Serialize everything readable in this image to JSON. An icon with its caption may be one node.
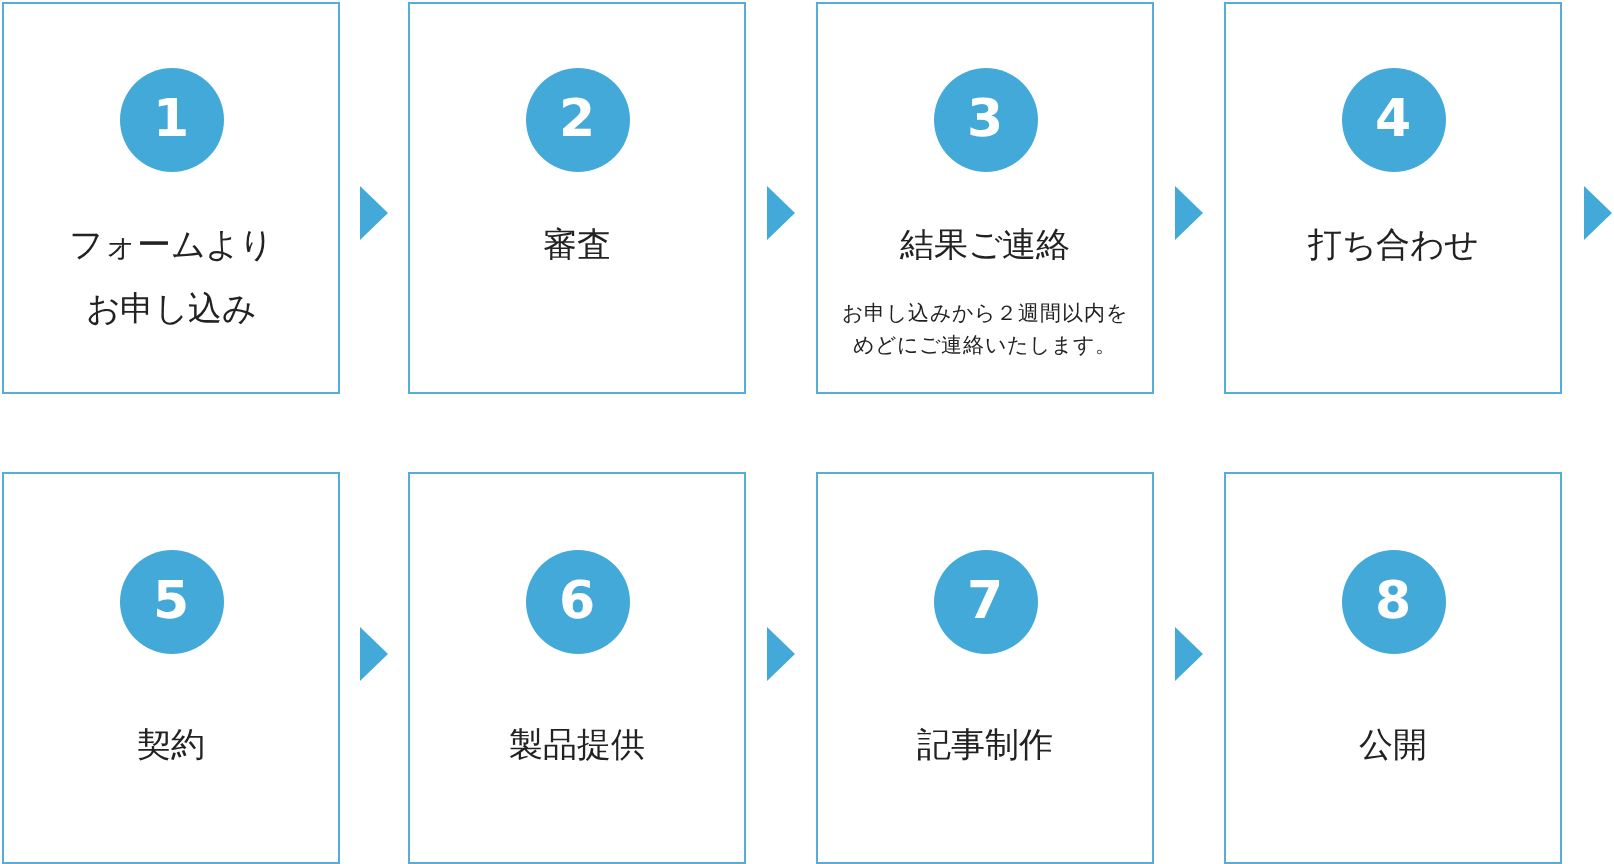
{
  "diagram": {
    "nodes": [
      {
        "text": [
          "フォームよりお申し込み"
        ]
      },
      {
        "text": [
          "1"
        ],
        "in": 0
      },
      {
        "text": [
          "審査"
        ]
      },
      {
        "text": [
          "2"
        ],
        "in": 2
      },
      {
        "text": [
          "結果ご連絡",
          "お申し込みから２週間以内をめどにご連絡いたします。"
        ]
      },
      {
        "text": [
          "3"
        ],
        "in": 4
      },
      {
        "text": [
          "打ち合わせ"
        ]
      },
      {
        "text": [
          "4"
        ],
        "in": 6
      },
      {
        "text": [
          "契約"
        ]
      },
      {
        "text": [
          "5"
        ],
        "in": 8
      },
      {
        "text": [
          "製品提供"
        ]
      },
      {
        "text": [
          "6"
        ],
        "in": 10
      },
      {
        "text": [
          "記事制作"
        ]
      },
      {
        "text": [
          "7"
        ],
        "in": 12
      },
      {
        "text": [
          "公開"
        ]
      },
      {
        "text": [
          "8"
        ],
        "in": 14
      }
    ],
    "edges": [
      {
        "from": 0,
        "to": 2,
        "arrow": "to"
      },
      {
        "from": 2,
        "to": 4,
        "arrow": "to"
      },
      {
        "from": 4,
        "to": 6,
        "arrow": "to"
      },
      {
        "from": 6,
        "to": null,
        "arrow": "to"
      },
      {
        "from": 8,
        "to": 10,
        "arrow": "to"
      },
      {
        "from": 10,
        "to": 12,
        "arrow": "to"
      },
      {
        "from": 12,
        "to": 14,
        "arrow": "to"
      }
    ]
  }
}
